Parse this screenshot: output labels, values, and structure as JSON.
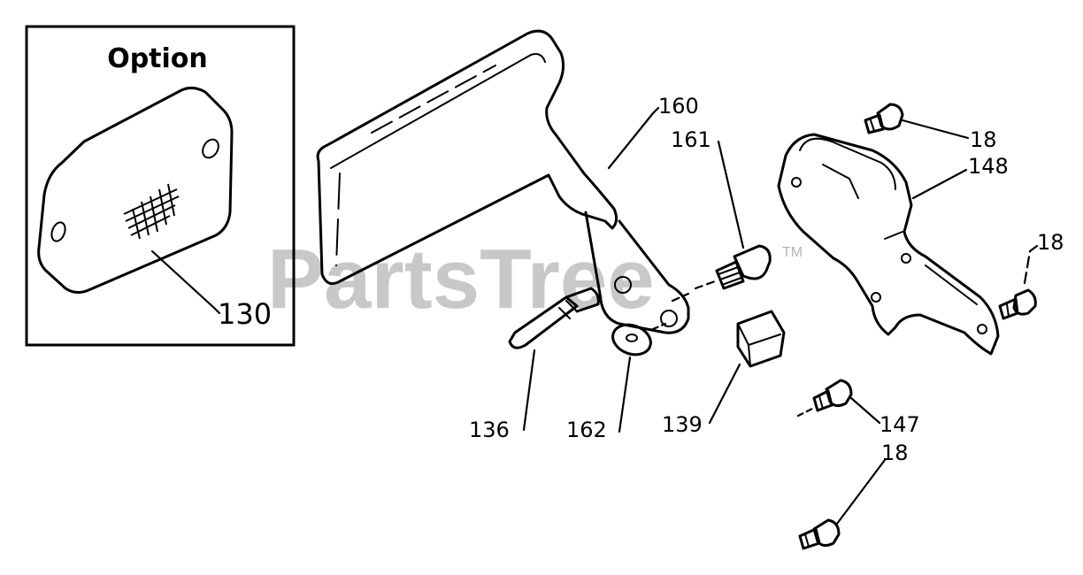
{
  "option_box": {
    "title": "Option"
  },
  "watermark": {
    "brand": "PartsTree",
    "trademark": "TM"
  },
  "callouts": {
    "c130": "130",
    "c160": "160",
    "c161": "161",
    "c18_top": "18",
    "c148": "148",
    "c18_right": "18",
    "c136": "136",
    "c162": "162",
    "c139": "139",
    "c147": "147",
    "c18_bottom": "18"
  }
}
